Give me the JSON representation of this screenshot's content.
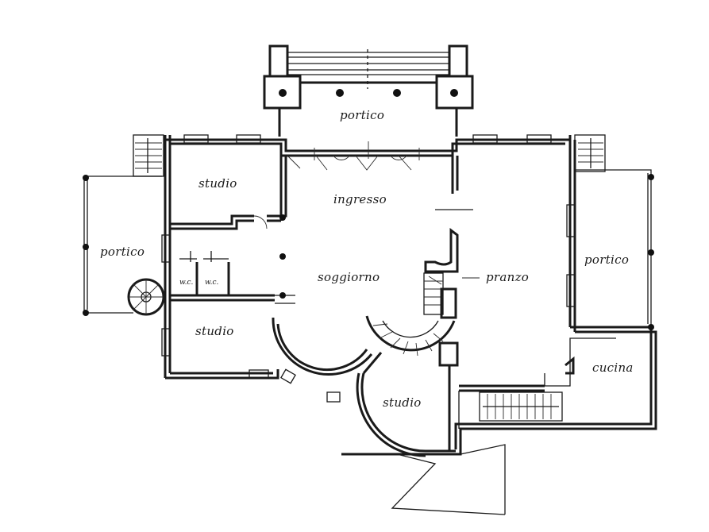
{
  "plan": {
    "rooms": {
      "portico_top": "portico",
      "portico_left": "portico",
      "portico_right": "portico",
      "studio_top_left": "studio",
      "studio_bottom_left": "studio",
      "studio_bottom": "studio",
      "ingresso": "ingresso",
      "soggiorno": "soggiorno",
      "pranzo": "pranzo",
      "cucina": "cucina",
      "wc_1": "w.c.",
      "wc_2": "w.c."
    }
  }
}
